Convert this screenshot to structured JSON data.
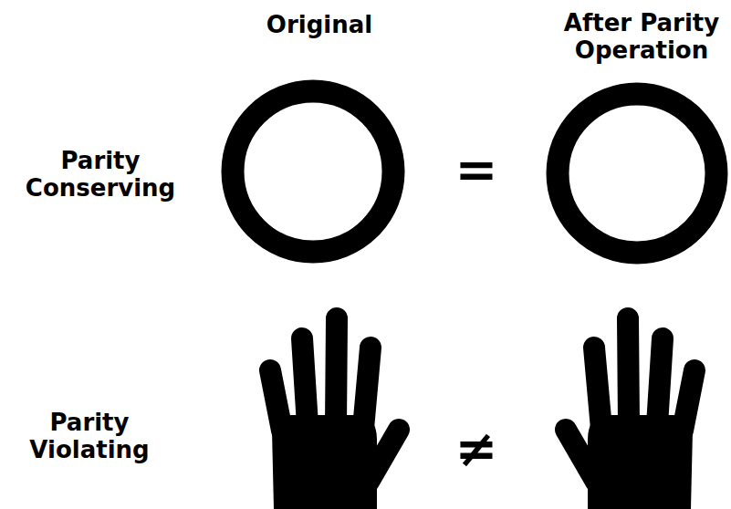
{
  "diagram": {
    "labels": [
      "Original",
      "After Parity Operation",
      "Parity Conserving",
      "Parity Violating",
      "=",
      "≠"
    ]
  }
}
